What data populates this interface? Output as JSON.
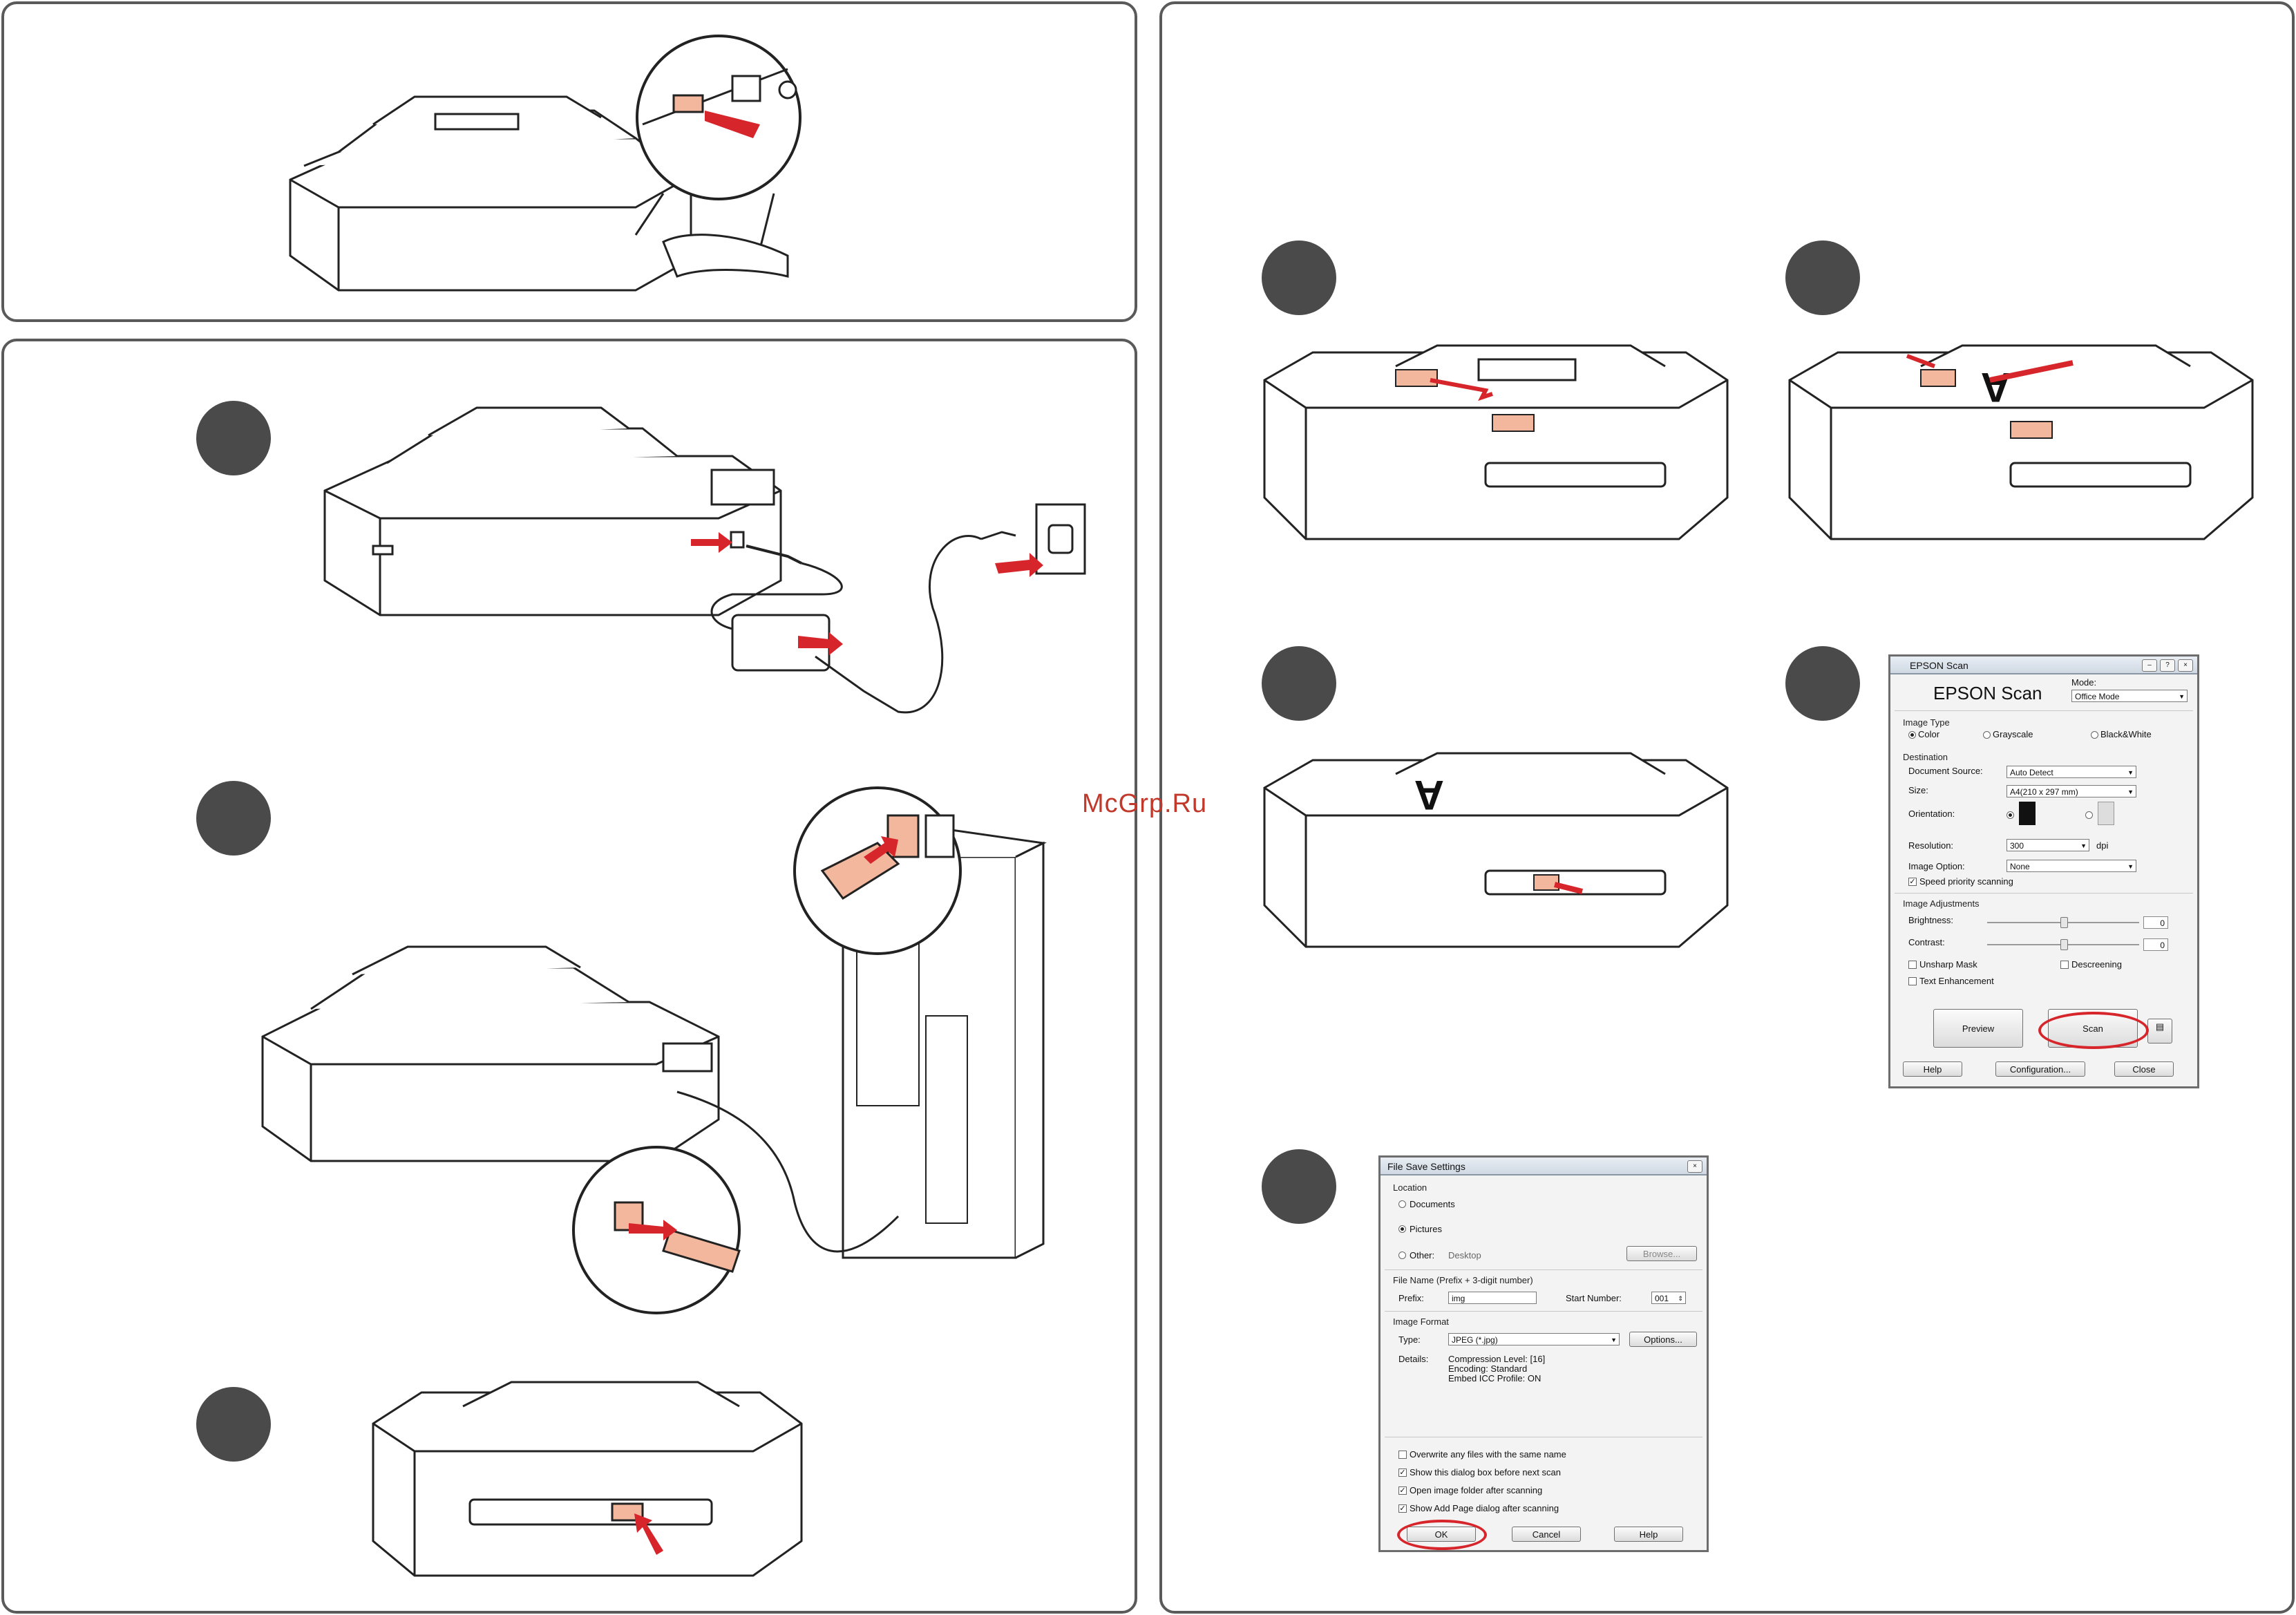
{
  "watermark": "McGrp.Ru",
  "epson_scan": {
    "title": "EPSON Scan",
    "logo_text": "EPSON Scan",
    "mode_label": "Mode:",
    "mode_value": "Office Mode",
    "image_type_label": "Image Type",
    "image_type_options": [
      "Color",
      "Grayscale",
      "Black&White"
    ],
    "destination_label": "Destination",
    "document_source_label": "Document Source:",
    "document_source_value": "Auto Detect",
    "size_label": "Size:",
    "size_value": "A4(210 x 297 mm)",
    "orientation_label": "Orientation:",
    "resolution_label": "Resolution:",
    "resolution_value": "300",
    "resolution_unit": "dpi",
    "image_option_label": "Image Option:",
    "image_option_value": "None",
    "speed_priority_label": "Speed priority scanning",
    "image_adjustments_label": "Image Adjustments",
    "brightness_label": "Brightness:",
    "brightness_value": "0",
    "contrast_label": "Contrast:",
    "contrast_value": "0",
    "unsharp_label": "Unsharp Mask",
    "descreening_label": "Descreening",
    "text_enhancement_label": "Text Enhancement",
    "preview_button": "Preview",
    "scan_button": "Scan",
    "help_button": "Help",
    "configuration_button": "Configuration...",
    "close_button": "Close"
  },
  "file_save": {
    "title": "File Save Settings",
    "location_label": "Location",
    "documents_label": "Documents",
    "pictures_label": "Pictures",
    "other_label": "Other:",
    "other_value": "Desktop",
    "browse_button": "Browse...",
    "file_name_label": "File Name (Prefix + 3-digit number)",
    "prefix_label": "Prefix:",
    "prefix_value": "img",
    "start_number_label": "Start Number:",
    "start_number_value": "001",
    "image_format_label": "Image Format",
    "type_label": "Type:",
    "type_value": "JPEG (*.jpg)",
    "options_button": "Options...",
    "details_label": "Details:",
    "details_lines": [
      "Compression Level: [16]",
      "Encoding: Standard",
      "Embed ICC Profile: ON"
    ],
    "overwrite_label": "Overwrite any files with the same name",
    "show_dialog_label": "Show this dialog box before next scan",
    "open_folder_label": "Open image folder after scanning",
    "show_add_page_label": "Show Add Page dialog after scanning",
    "ok_button": "OK",
    "cancel_button": "Cancel",
    "help_button": "Help"
  }
}
